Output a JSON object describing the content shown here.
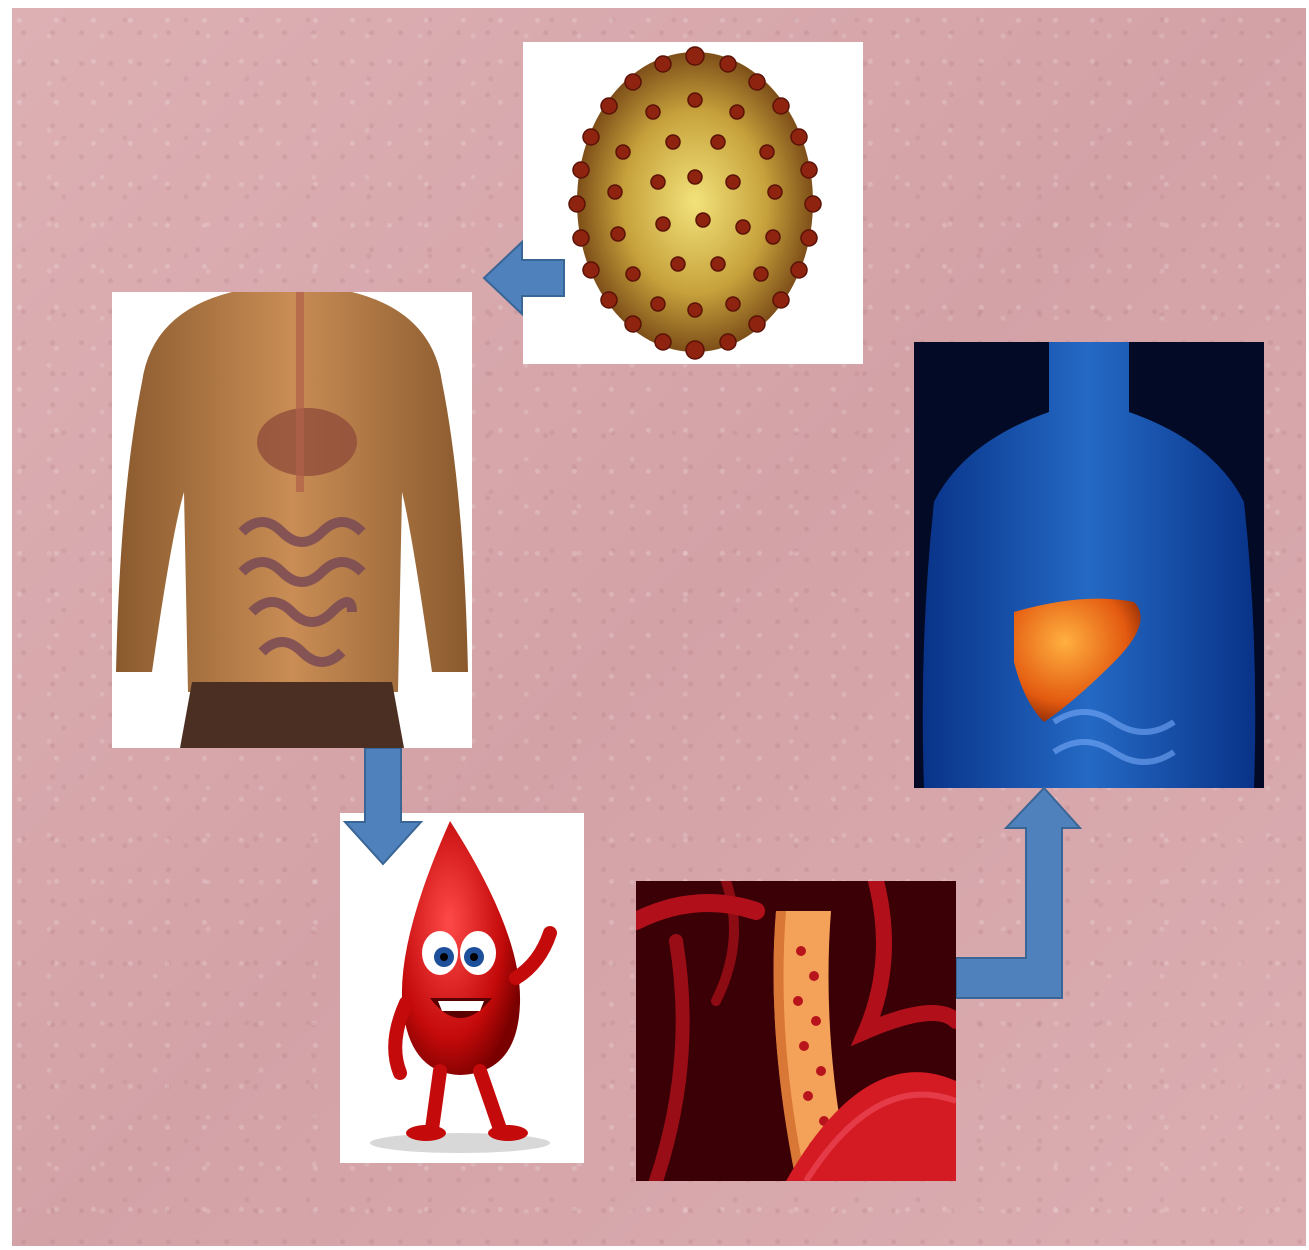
{
  "diagram": {
    "nodes": [
      {
        "id": "virus",
        "icon": "virus-particle-image"
      },
      {
        "id": "digestive-system",
        "icon": "human-torso-intestines-image"
      },
      {
        "id": "blood",
        "icon": "blood-drop-mascot-image"
      },
      {
        "id": "blood-vessels",
        "icon": "blood-vessel-cells-image"
      },
      {
        "id": "liver",
        "icon": "human-liver-xray-image"
      }
    ],
    "edges": [
      {
        "from": "virus",
        "to": "digestive-system"
      },
      {
        "from": "digestive-system",
        "to": "blood"
      },
      {
        "from": "blood-vessels",
        "to": "liver"
      }
    ],
    "colors": {
      "background": "#d9a9ad",
      "arrow_fill": "#4f81bd",
      "arrow_stroke": "#3a6696"
    }
  }
}
